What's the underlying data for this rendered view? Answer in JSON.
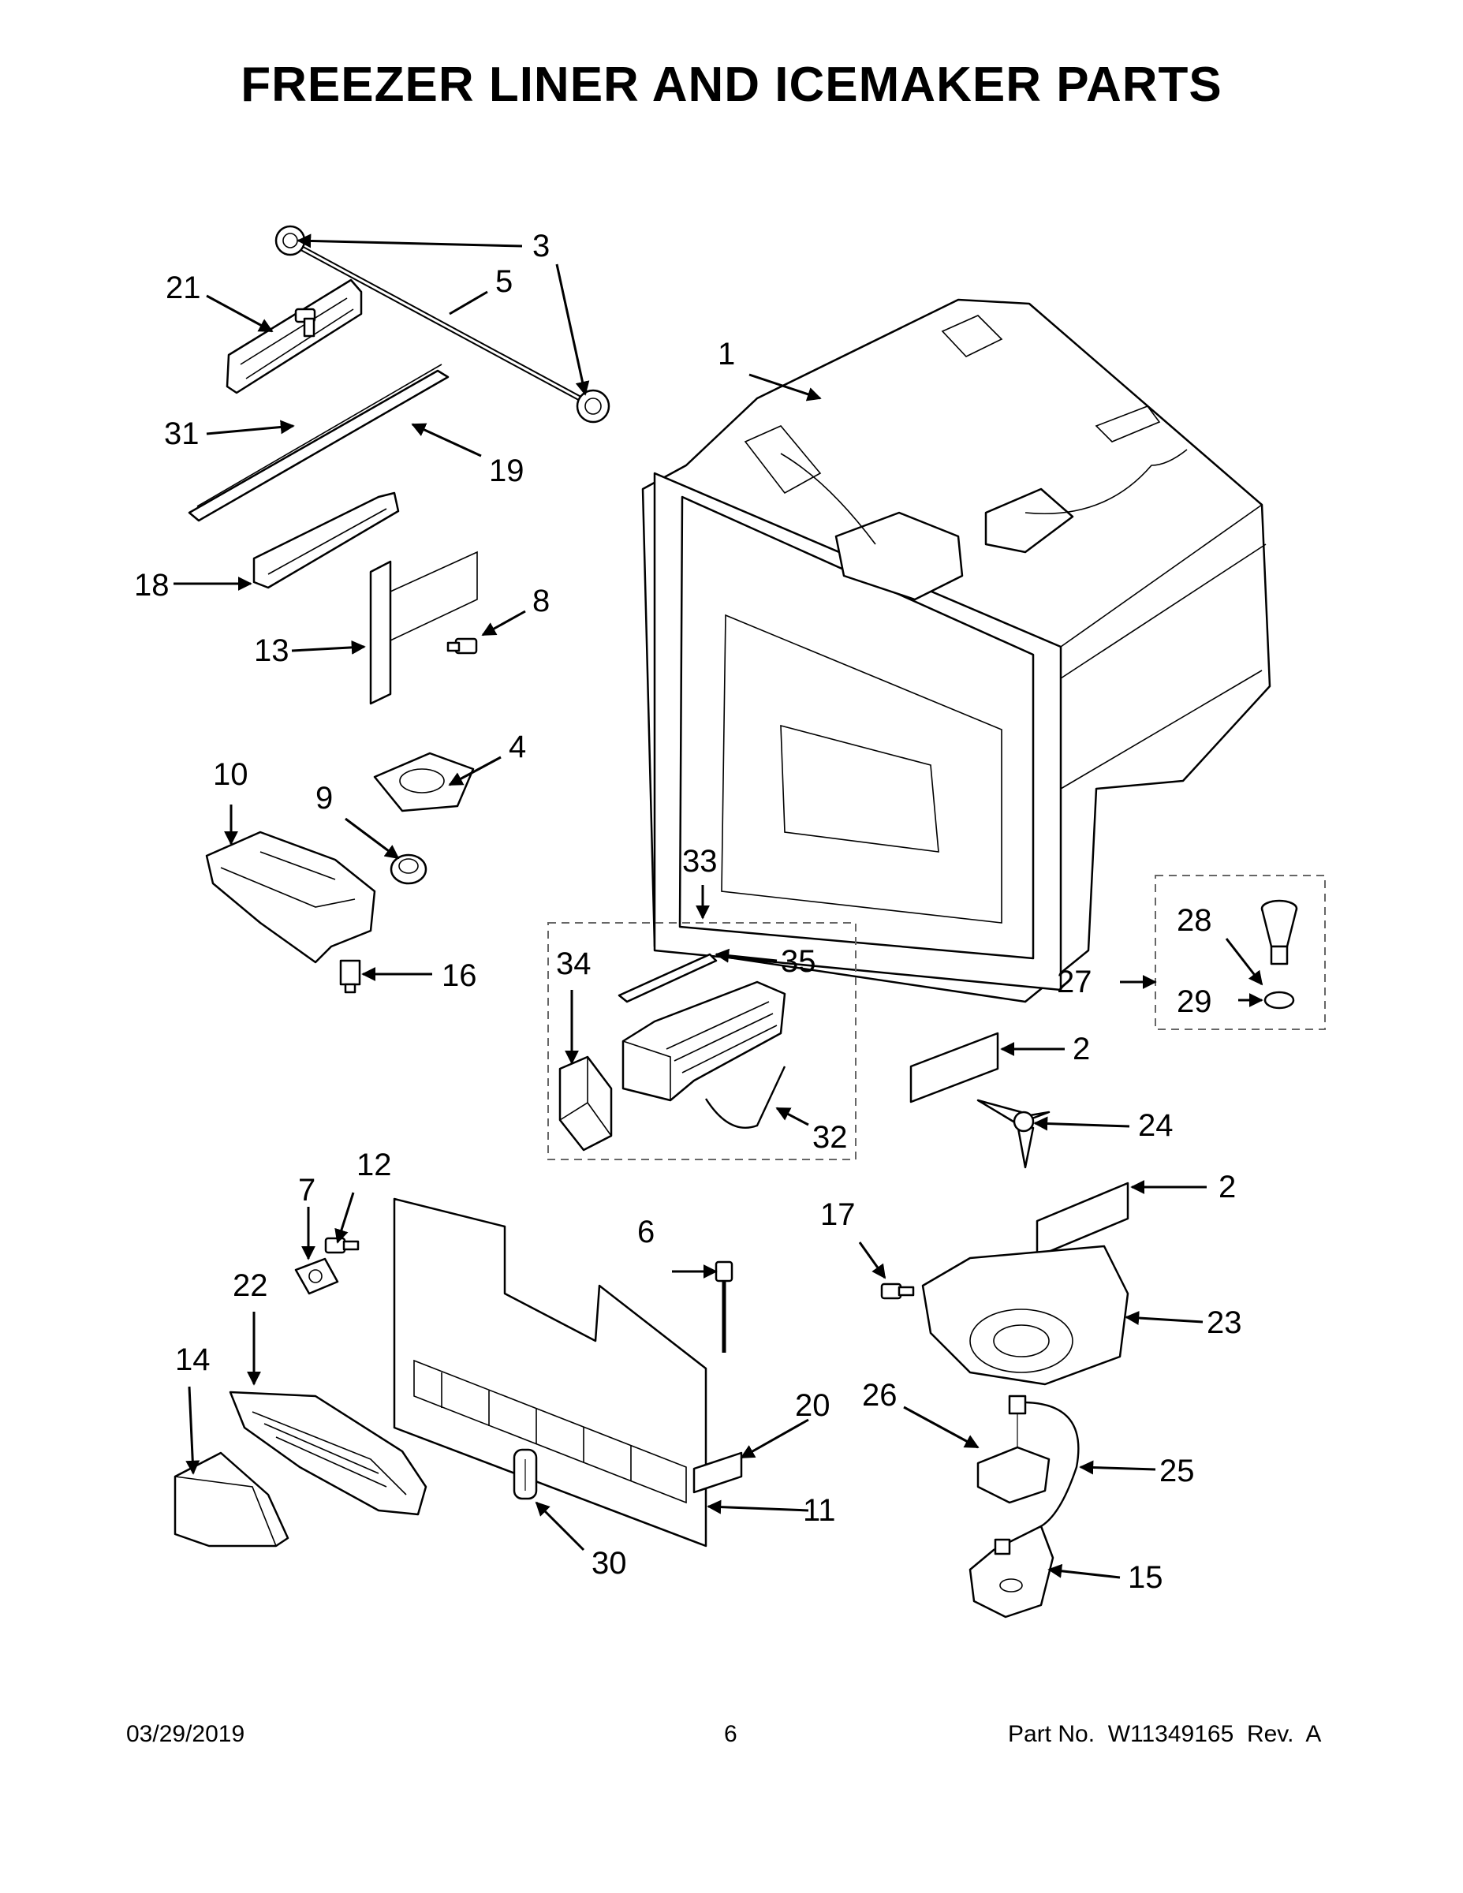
{
  "title": "FREEZER LINER AND ICEMAKER PARTS",
  "callouts": {
    "c1": "1",
    "c2a": "2",
    "c2b": "2",
    "c3": "3",
    "c4": "4",
    "c5": "5",
    "c6": "6",
    "c7": "7",
    "c8": "8",
    "c9": "9",
    "c10": "10",
    "c11": "11",
    "c12": "12",
    "c13": "13",
    "c14": "14",
    "c15": "15",
    "c16": "16",
    "c17": "17",
    "c18": "18",
    "c19": "19",
    "c20": "20",
    "c21": "21",
    "c22": "22",
    "c23": "23",
    "c24": "24",
    "c25": "25",
    "c26": "26",
    "c27": "27",
    "c28": "28",
    "c29": "29",
    "c30": "30",
    "c31": "31",
    "c32": "32",
    "c33": "33",
    "c34": "34",
    "c35": "35"
  },
  "footer": {
    "date": "03/29/2019",
    "page": "6",
    "part_no": "Part No.  W11349165  Rev.  A"
  }
}
